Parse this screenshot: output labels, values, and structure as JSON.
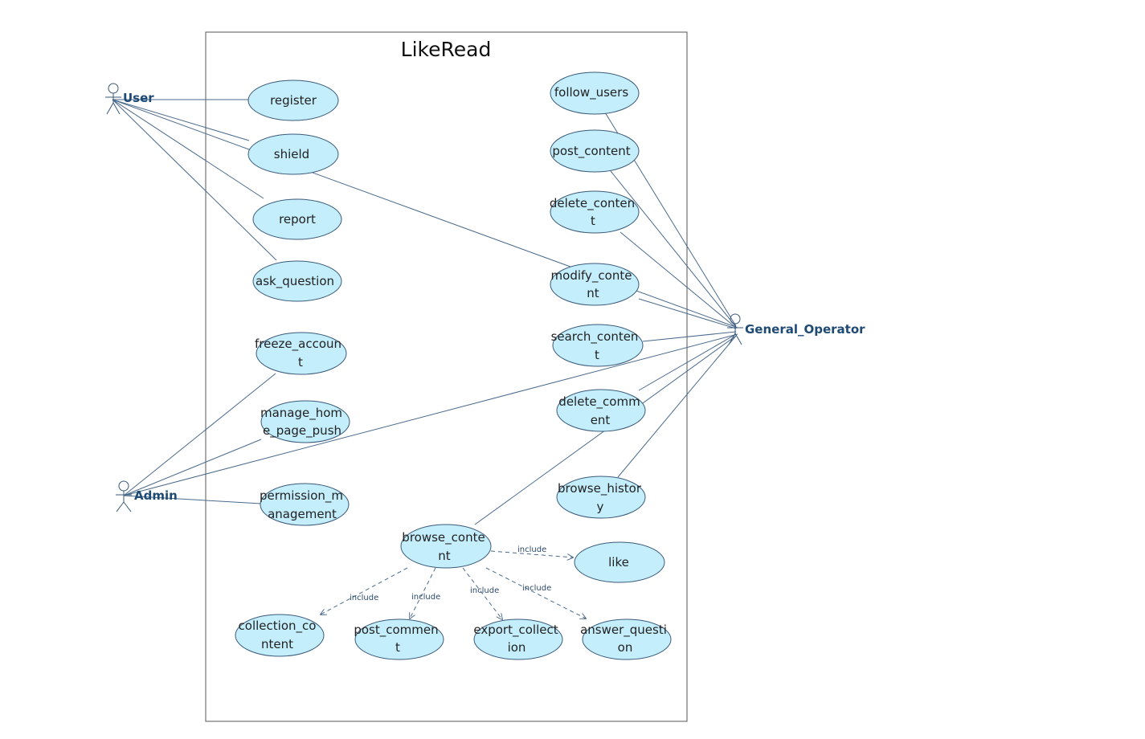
{
  "system": {
    "title": "LikeRead"
  },
  "actors": {
    "user": "User",
    "admin": "Admin",
    "general_operator": "General_Operator"
  },
  "use_cases": {
    "register": [
      "register"
    ],
    "shield": [
      "shield"
    ],
    "report": [
      "report"
    ],
    "ask_question": [
      "ask_question"
    ],
    "freeze_account": [
      "freeze_accoun",
      "t"
    ],
    "manage_home_page_push": [
      "manage_hom",
      "e_page_push"
    ],
    "permission_management": [
      "permission_m",
      "anagement"
    ],
    "browse_content": [
      "browse_conte",
      "nt"
    ],
    "like": [
      "like"
    ],
    "collection_content": [
      "collection_co",
      "ntent"
    ],
    "post_comment": [
      "post_commen",
      "t"
    ],
    "export_collection": [
      "export_collect",
      "ion"
    ],
    "answer_question": [
      "answer_questi",
      "on"
    ],
    "follow_users": [
      "follow_users"
    ],
    "post_content": [
      "post_content"
    ],
    "delete_content": [
      "delete_conten",
      "t"
    ],
    "modify_content": [
      "modify_conte",
      "nt"
    ],
    "search_content": [
      "search_conten",
      "t"
    ],
    "delete_comment": [
      "delete_comm",
      "ent"
    ],
    "browse_history": [
      "browse_histor",
      "y"
    ]
  },
  "include_label": "include"
}
